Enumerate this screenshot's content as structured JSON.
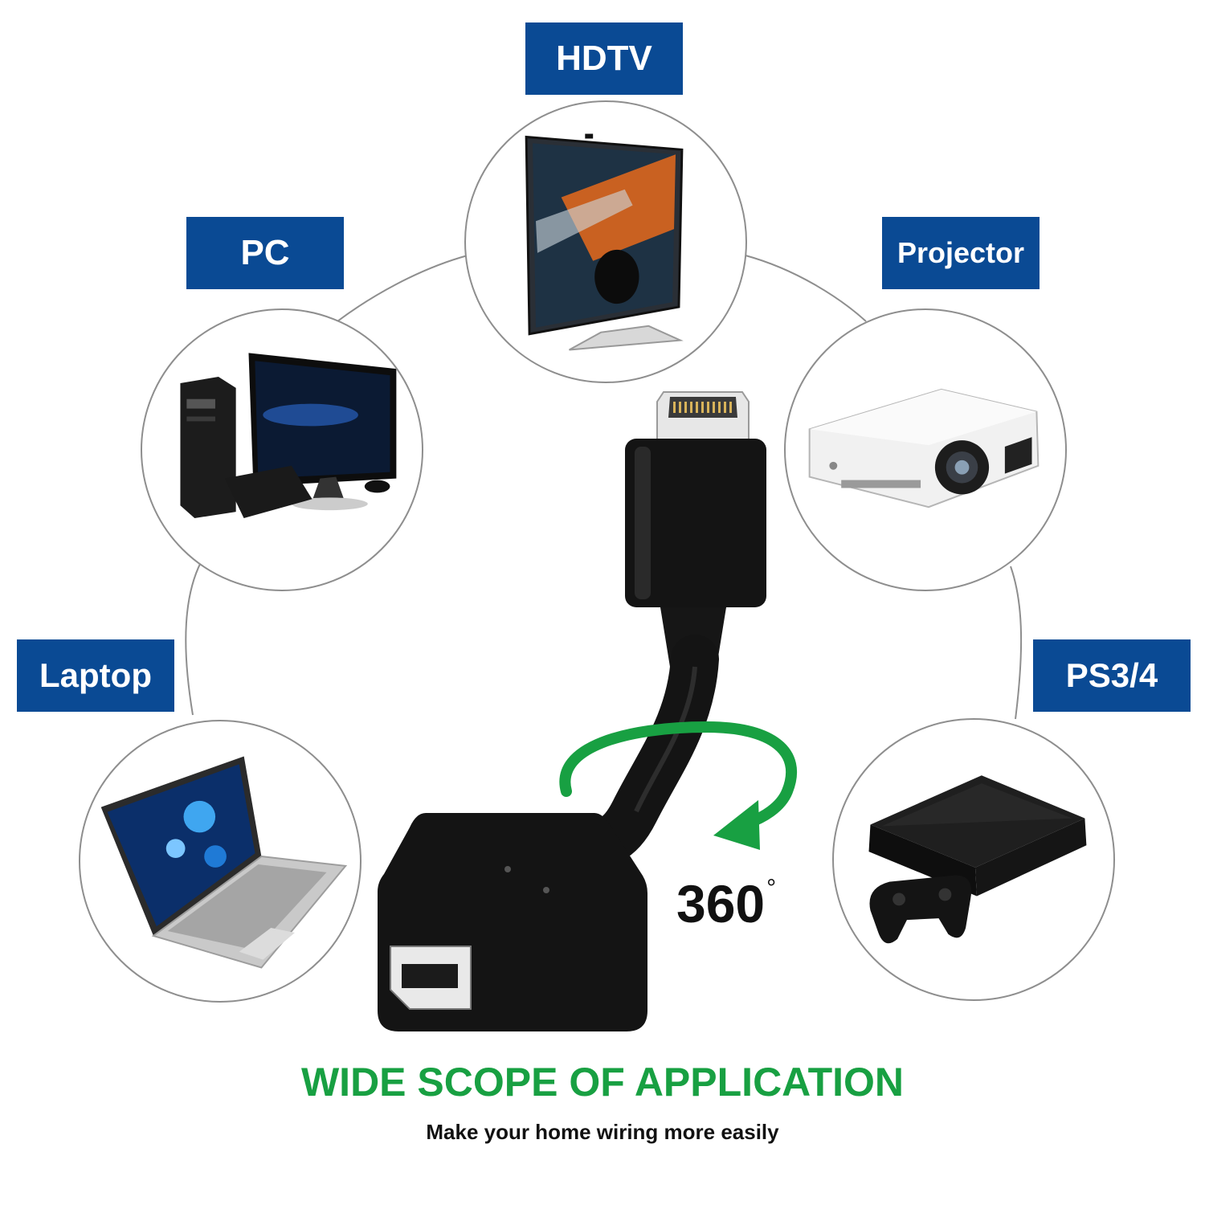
{
  "colors": {
    "label_bg": "#0a4a94",
    "accent_green": "#18a042",
    "ring_stroke": "#8e8e8e",
    "cable_black": "#141414"
  },
  "devices": {
    "hdtv": {
      "label": "HDTV",
      "icon": "hdtv-icon"
    },
    "pc": {
      "label": "PC",
      "icon": "desktop-pc-icon"
    },
    "projector": {
      "label": "Projector",
      "icon": "projector-icon"
    },
    "laptop": {
      "label": "Laptop",
      "icon": "laptop-icon"
    },
    "ps34": {
      "label": "PS3/4",
      "icon": "game-console-icon"
    }
  },
  "rotation": {
    "value": "360",
    "unit": "°"
  },
  "headline": "WIDE SCOPE OF APPLICATION",
  "subline": "Make your home wiring more easily"
}
